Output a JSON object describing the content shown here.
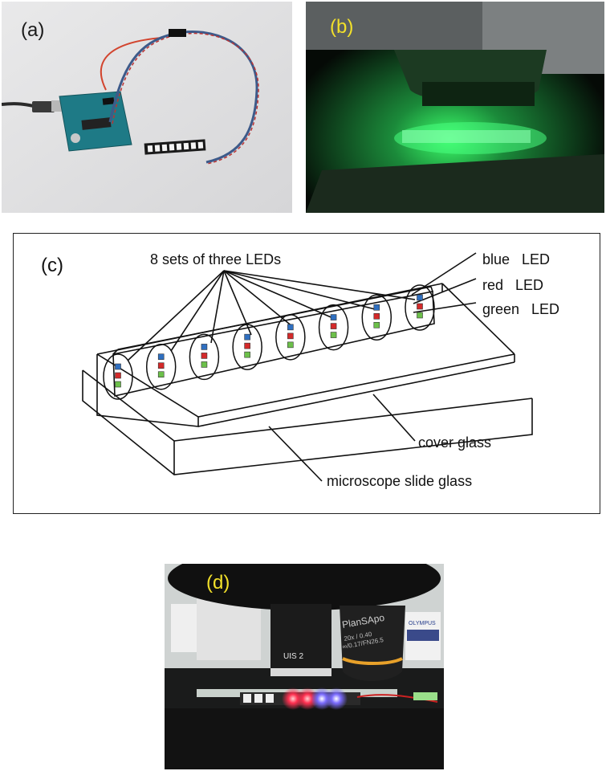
{
  "panels": {
    "a": {
      "label": "(a)"
    },
    "b": {
      "label": "(b)"
    },
    "c": {
      "label": "(c)",
      "leds_caption": "8 sets of three LEDs",
      "led_types": [
        "blue   LED",
        "red   LED",
        "green   LED"
      ],
      "cover_glass": "cover glass",
      "slide_glass": "microscope slide glass",
      "led_set_count": 8
    },
    "d": {
      "label": "(d)",
      "objective_text_left": "UIS 2",
      "objective_text_right": "PlanSApo",
      "objective_specs": "20x / 0.40",
      "objective_specs2": "∞/0.17/FN26.5",
      "brand": "OLYMPUS"
    }
  },
  "colors": {
    "led_blue": "#2f6fc0",
    "led_red": "#d42a2a",
    "led_green": "#6cc04a",
    "photo_label_dark": "#1a1a1a",
    "photo_label_yellow": "#f2e02a"
  }
}
